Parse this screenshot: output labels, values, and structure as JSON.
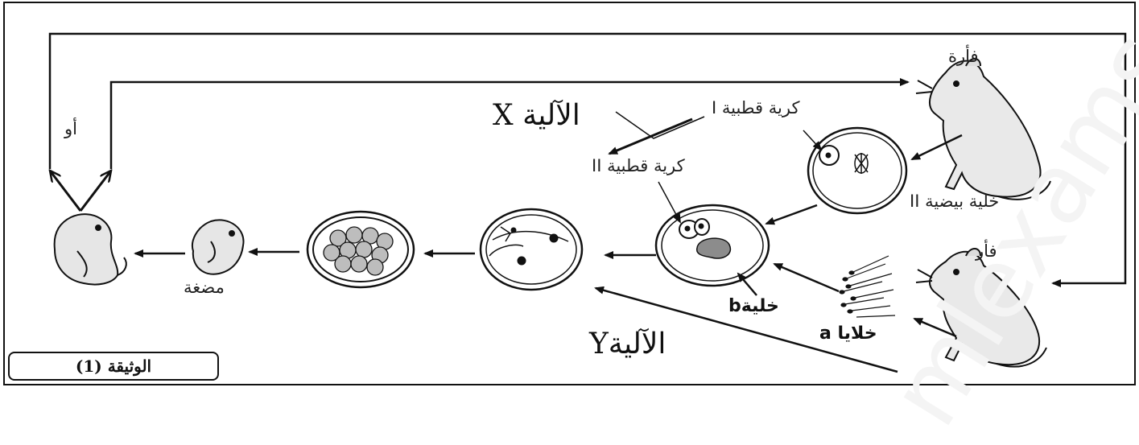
{
  "labels": {
    "female_mouse": "فأرة",
    "male_mouse": "فأر",
    "or": "أو",
    "mechanism_x": "الآلية X",
    "mechanism_y": "الآليةY",
    "polar_body_1": "كرية قطبية I",
    "polar_body_2": "كرية قطبية II",
    "oocyte_2": "خلية بيضية II",
    "cell_b": "خليةb",
    "cells_a": "خلايا a",
    "embryo": "مضغة",
    "document": "الوثيقة (1)",
    "watermark": "mlexams"
  }
}
